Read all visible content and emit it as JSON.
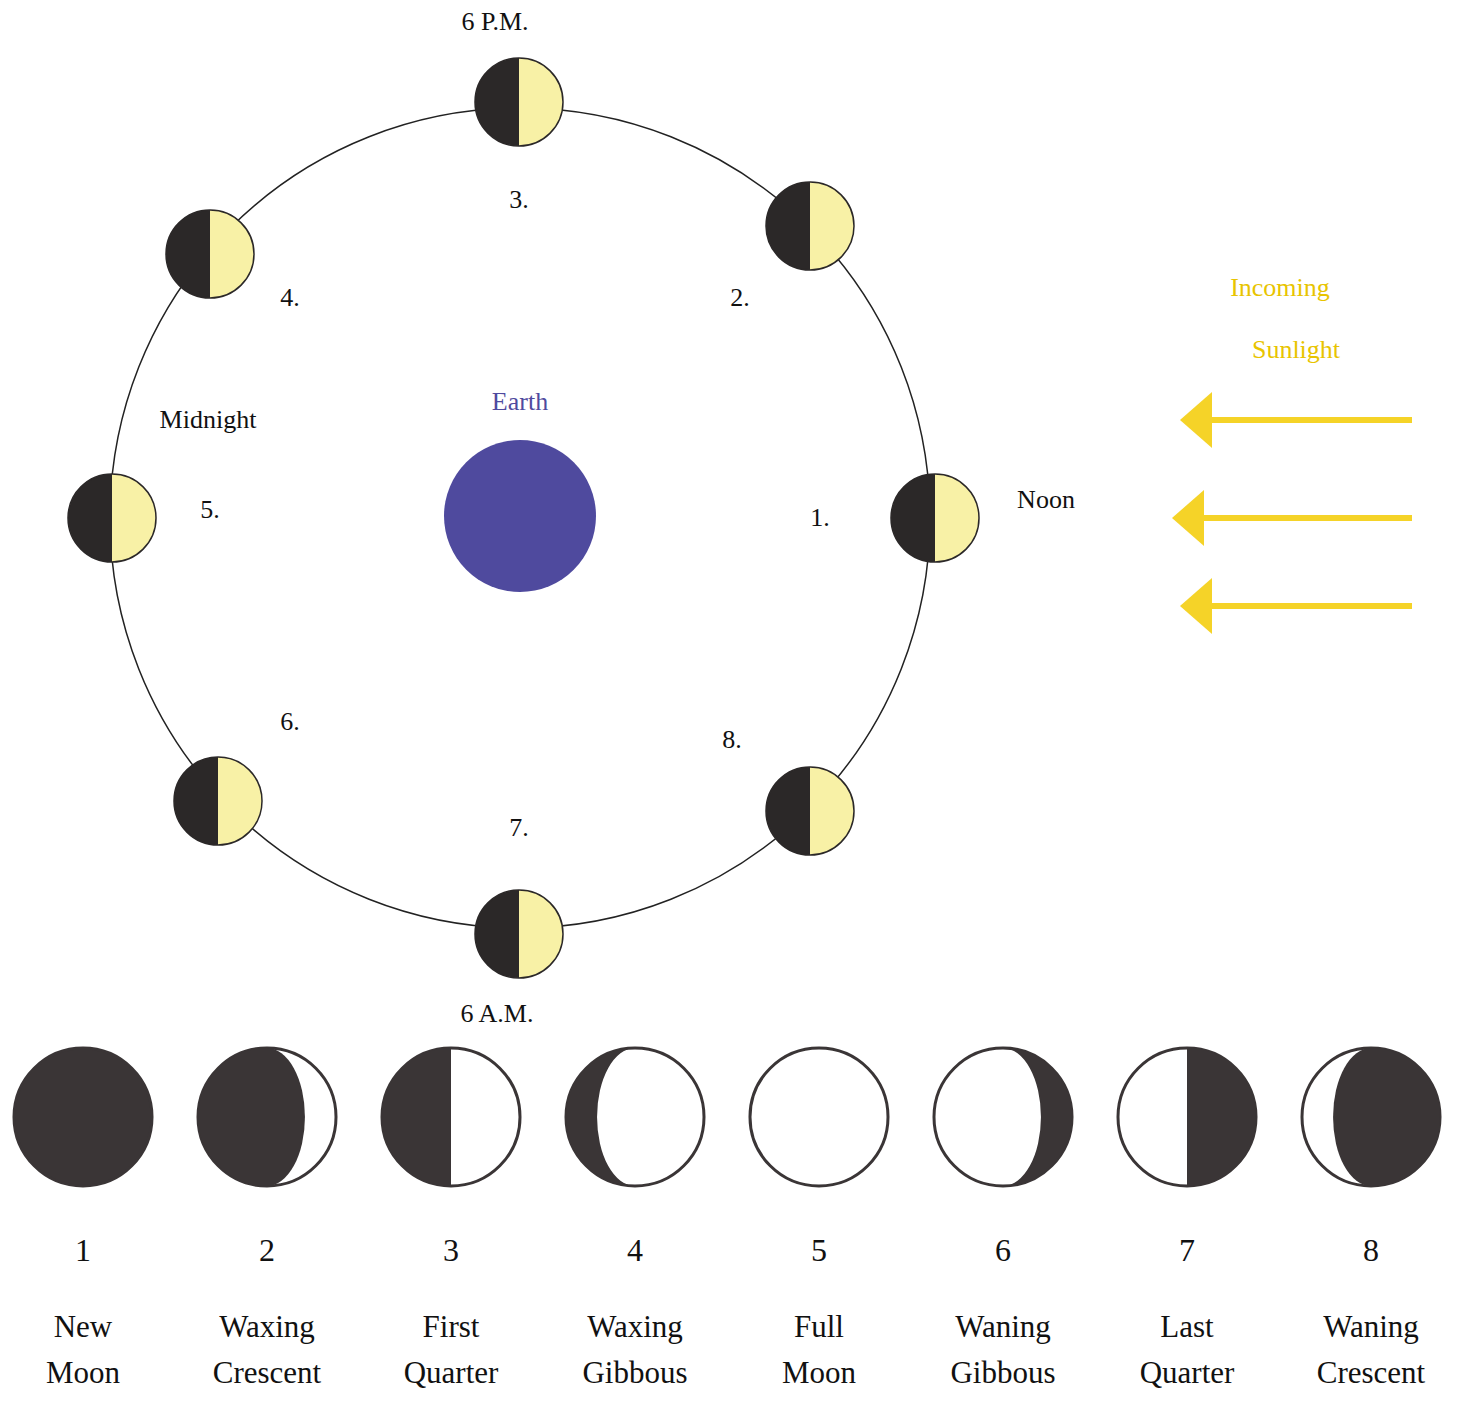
{
  "diagram": {
    "nodes": [
      {
        "text": [
          "Earth"
        ]
      },
      {
        "text": [
          "1",
          "New Moon"
        ]
      },
      {
        "text": [
          "2",
          "Waxing Crescent"
        ]
      },
      {
        "text": [
          "3",
          "First Quarter"
        ]
      },
      {
        "text": [
          "4",
          "Waxing Gibbous"
        ]
      },
      {
        "text": [
          "5",
          "Full Moon"
        ]
      },
      {
        "text": [
          "6",
          "Waning Gibbous"
        ]
      },
      {
        "text": [
          "7",
          "Last Quarter"
        ]
      },
      {
        "text": [
          "8",
          "Waning Crescent"
        ]
      }
    ],
    "labels": [
      "6 P.M.",
      "3.",
      "4.",
      "2.",
      "Incoming",
      "Sunlight",
      "Midnight",
      "5.",
      "1.",
      "Noon",
      "6.",
      "8.",
      "7.",
      "6 A.M."
    ]
  }
}
